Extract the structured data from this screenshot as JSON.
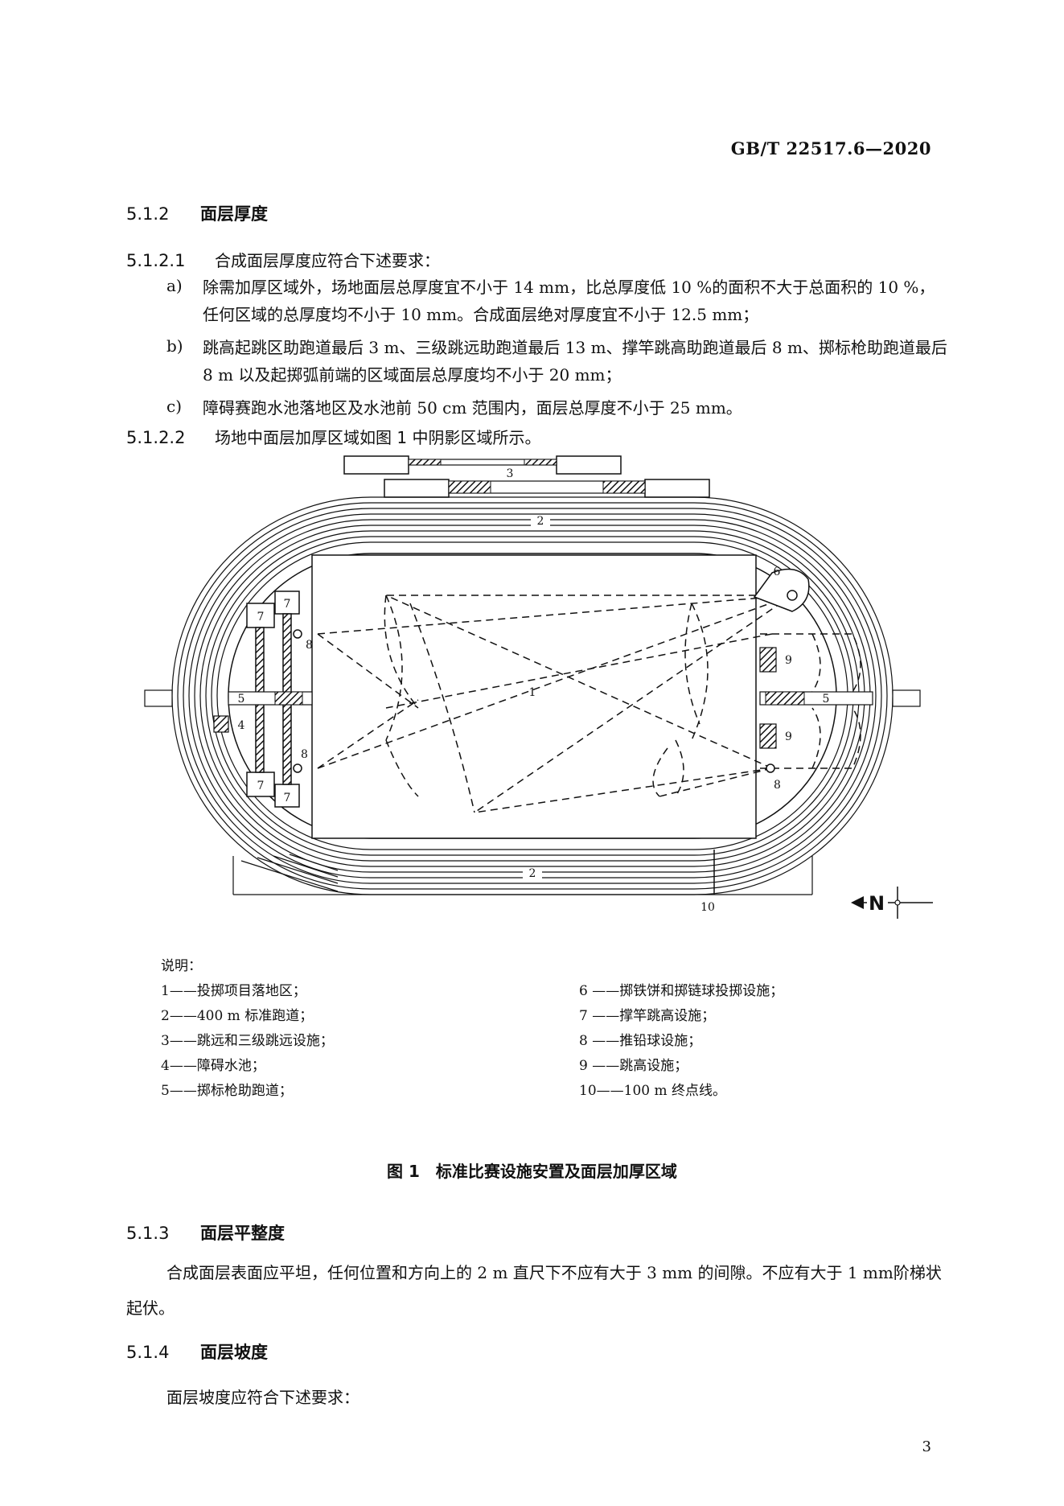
{
  "header": {
    "std_number": "GB/T 22517.6—2020"
  },
  "s512": {
    "num": "5.1.2",
    "title": "面层厚度"
  },
  "s5121": {
    "num": "5.1.2.1",
    "text": "合成面层厚度应符合下述要求："
  },
  "items": [
    {
      "label": "a)",
      "text": "除需加厚区域外，场地面层总厚度宜不小于 14 mm，比总厚度低 10 %的面积不大于总面积的 10 %，任何区域的总厚度均不小于 10 mm。合成面层绝对厚度宜不小于 12.5 mm；"
    },
    {
      "label": "b)",
      "text": "跳高起跳区助跑道最后 3 m、三级跳远助跑道最后 13 m、撑竿跳高助跑道最后 8 m、掷标枪助跑道最后 8 m 以及起掷弧前端的区域面层总厚度均不小于 20 mm；"
    },
    {
      "label": "c)",
      "text": "障碍赛跑水池落地区及水池前 50 cm 范围内，面层总厚度不小于 25 mm。"
    }
  ],
  "s5122": {
    "num": "5.1.2.2",
    "text": "场地中面层加厚区域如图 1 中阴影区域所示。"
  },
  "figure": {
    "labels": {
      "l1": "1",
      "l2": "2",
      "l3": "3",
      "l4": "4",
      "l5": "5",
      "l6": "6",
      "l7": "7",
      "l8": "8",
      "l9": "9",
      "l10": "10",
      "north": "N"
    },
    "legend_title": "说明：",
    "legend_left": [
      "1——投掷项目落地区；",
      "2——400 m 标准跑道；",
      "3——跳远和三级跳远设施；",
      "4——障碍水池；",
      "5——掷标枪助跑道；"
    ],
    "legend_right": [
      "6 ——掷铁饼和掷链球投掷设施；",
      "7 ——撑竿跳高设施；",
      "8 ——推铅球设施；",
      "9 ——跳高设施；",
      "10——100 m 终点线。"
    ],
    "caption": "图 1　标准比赛设施安置及面层加厚区域"
  },
  "s513": {
    "num": "5.1.3",
    "title": "面层平整度",
    "text": "合成面层表面应平坦，任何位置和方向上的 2 m 直尺下不应有大于 3 mm 的间隙。不应有大于 1 mm阶梯状起伏。"
  },
  "s514": {
    "num": "5.1.4",
    "title": "面层坡度",
    "text": "面层坡度应符合下述要求："
  },
  "page_number": "3"
}
